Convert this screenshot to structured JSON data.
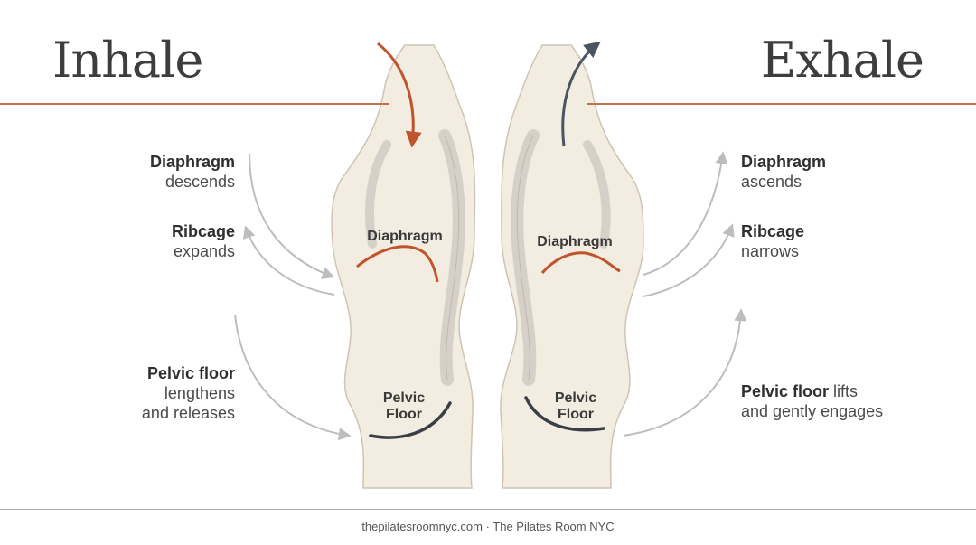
{
  "inhale": {
    "title": "Inhale",
    "labels": {
      "diaphragm_bold": "Diaphragm",
      "diaphragm_text": "descends",
      "ribcage_bold": "Ribcage",
      "ribcage_text": "expands",
      "pelvic_bold": "Pelvic floor",
      "pelvic_text1": "lengthens",
      "pelvic_text2": "and releases"
    },
    "inner": {
      "diaphragm": "Diaphragm",
      "pelvic1": "Pelvic",
      "pelvic2": "Floor"
    }
  },
  "exhale": {
    "title": "Exhale",
    "labels": {
      "diaphragm_bold": "Diaphragm",
      "diaphragm_text": "ascends",
      "ribcage_bold": "Ribcage",
      "ribcage_text": "narrows",
      "pelvic_bold": "Pelvic floor",
      "pelvic_text1": " lifts",
      "pelvic_text2": "and gently engages"
    },
    "inner": {
      "diaphragm": "Diaphragm",
      "pelvic1": "Pelvic",
      "pelvic2": "Floor"
    }
  },
  "footer": {
    "text": "thepilatesroomnyc.com · The Pilates Room NYC"
  },
  "colors": {
    "accent": "#c0532b",
    "rule": "#c8714e",
    "floor": "#3a3f47",
    "torso_fill": "#f3ece1",
    "torso_stroke": "#cfc4b4",
    "arrow_grey": "#b9b9b9",
    "exhale_arrow": "#4a5561"
  }
}
